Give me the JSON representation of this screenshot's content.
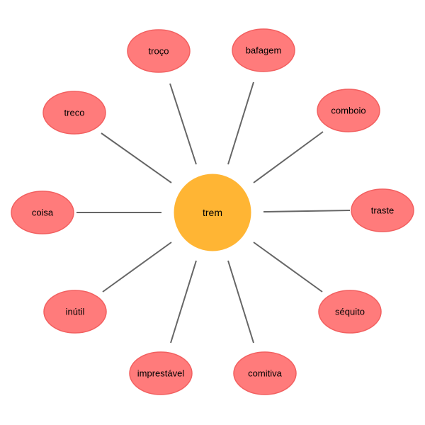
{
  "colors": {
    "center_fill": "#FFB534",
    "center_stroke": "#FFB534",
    "node_fill": "#FF7B7B",
    "node_stroke": "#F26060",
    "connector": "#666666",
    "background": "#FFFFFF"
  },
  "center": {
    "label": "trem"
  },
  "nodes": [
    {
      "label": "troço"
    },
    {
      "label": "bafagem"
    },
    {
      "label": "treco"
    },
    {
      "label": "comboio"
    },
    {
      "label": "coisa"
    },
    {
      "label": "traste"
    },
    {
      "label": "inútil"
    },
    {
      "label": "séquito"
    },
    {
      "label": "imprestável"
    },
    {
      "label": "comitiva"
    }
  ]
}
